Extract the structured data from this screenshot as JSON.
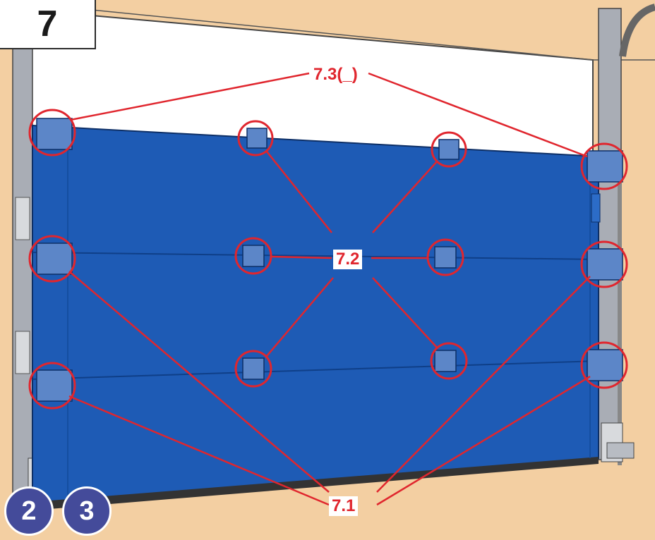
{
  "step": {
    "number": "7"
  },
  "badges": [
    "2",
    "3"
  ],
  "callouts": {
    "top_hinges": "7.3(_)",
    "center_hinges": "7.2",
    "side_hinges": "7.1"
  },
  "colors": {
    "panel": "#1e5bb5",
    "callout": "#e0262e",
    "wall": "#f3cfa2",
    "badge": "#444b9a"
  }
}
